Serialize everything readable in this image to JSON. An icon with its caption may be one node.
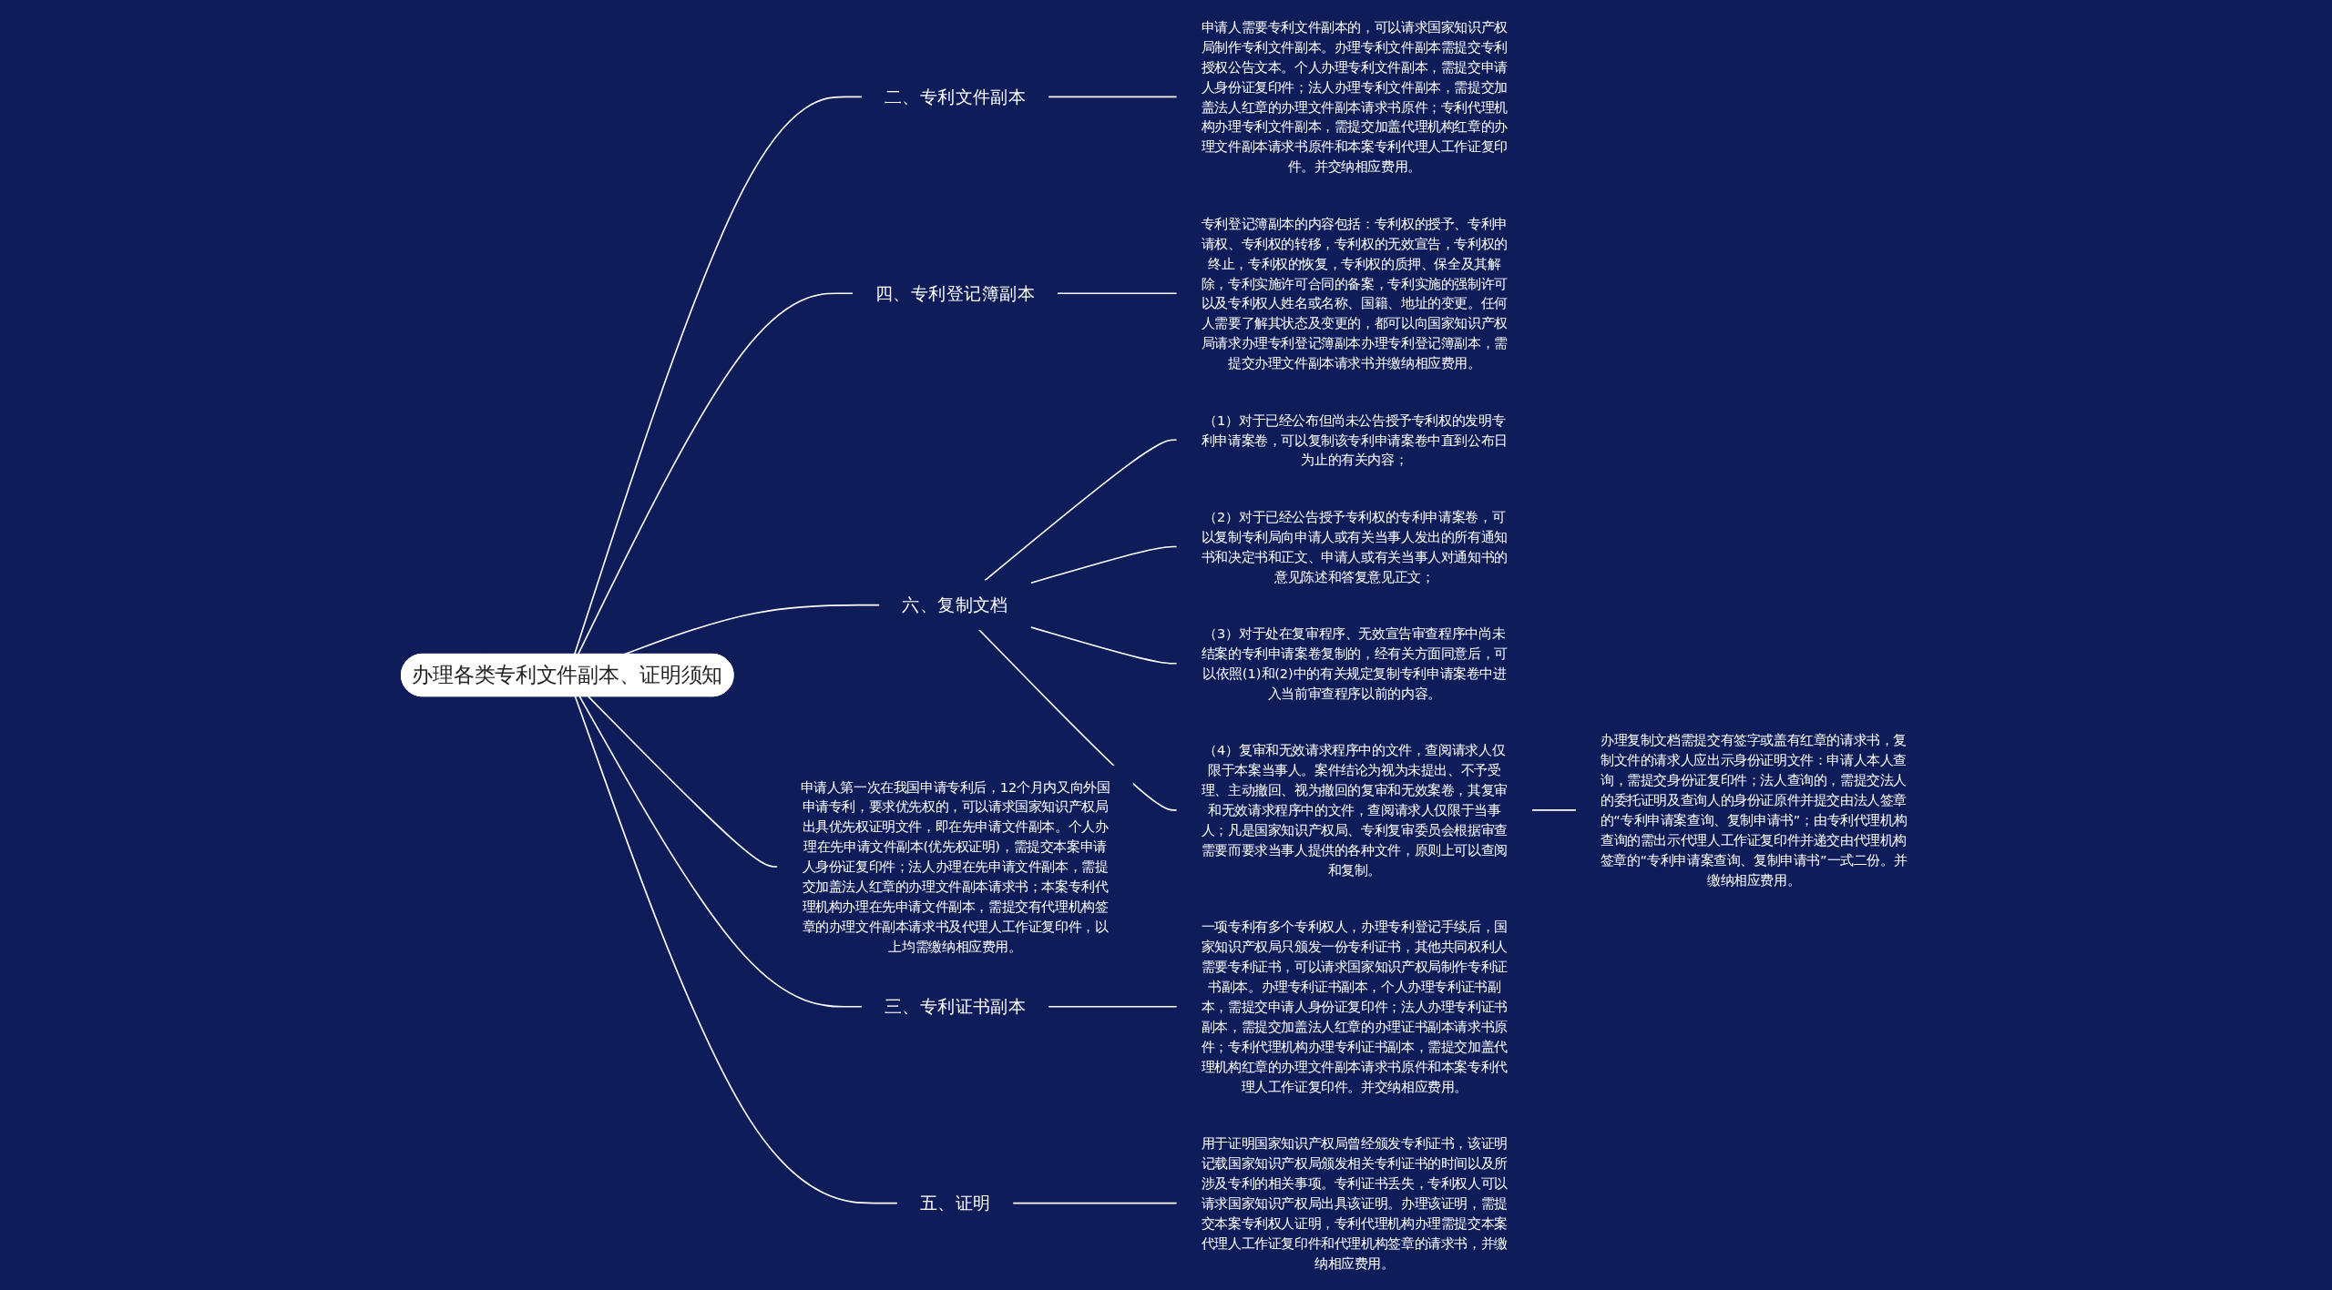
{
  "diagram": {
    "nodes": [
      {
        "text": [
          "办理各类专利文件副本、证明须知"
        ]
      },
      {
        "text": [
          "二、专利文件副本"
        ]
      },
      {
        "text": [
          "申请人需要专利文件副本的，可以请求国家知识产权局制作专利文件副本。办理专利文件副本需提交专利授权公告文本。个人办理专利文件副本，需提交申请人身份证复印件；法人办理专利文件副本，需提交加盖法人红章的办理文件副本请求书原件；专利代理机构办理专利文件副本，需提交加盖代理机构红章的办理文件副本请求书原件和本案专利代理人工作证复印件。并交纳相应费用。"
        ]
      },
      {
        "text": [
          "四、专利登记簿副本"
        ]
      },
      {
        "text": [
          "专利登记簿副本的内容包括：专利权的授予、专利申请权、专利权的转移，专利权的无效宣告，专利权的终止，专利权的恢复，专利权的质押、保全及其解除，专利实施许可合同的备案，专利实施的强制许可以及专利权人姓名或名称、国籍、地址的变更。任何人需要了解其状态及变更的，都可以向国家知识产权局请求办理专利登记簿副本办理专利登记簿副本，需提交办理文件副本请求书并缴纳相应费用。"
        ]
      },
      {
        "text": [
          "六、复制文档"
        ]
      },
      {
        "text": [
          "（1）对于已经公布但尚未公告授予专利权的发明专利申请案卷，可以复制该专利申请案卷中直到公布日为止的有关内容；"
        ]
      },
      {
        "text": [
          "（2）对于已经公告授予专利权的专利申请案卷，可以复制专利局向申请人或有关当事人发出的所有通知书和决定书和正文、申请人或有关当事人对通知书的意见陈述和答复意见正文；"
        ]
      },
      {
        "text": [
          "（3）对于处在复审程序、无效宣告审查程序中尚未结案的专利申请案卷复制的，经有关方面同意后，可以依照(1)和(2)中的有关规定复制专利申请案卷中进入当前审查程序以前的内容。"
        ]
      },
      {
        "text": [
          "（4）复审和无效请求程序中的文件，查阅请求人仅限于本案当事人。案件结论为视为未提出、不予受理、主动撤回、视为撤回的复审和无效案卷，其复审和无效请求程序中的文件，查阅请求人仅限于当事人；凡是国家知识产权局、专利复审委员会根据审查需要而要求当事人提供的各种文件，原则上可以查阅和复制。"
        ]
      },
      {
        "text": [
          "办理复制文档需提交有签字或盖有红章的请求书，复制文件的请求人应出示身份证明文件：申请人本人查询，需提交身份证复印件；法人查询的，需提交法人的委托证明及查询人的身份证原件并提交由法人签章的“专利申请案查询、复制申请书”；由专利代理机构查询的需出示代理人工作证复印件并递交由代理机构签章的“专利申请案查询、复制申请书”一式二份。并缴纳相应费用。"
        ]
      },
      {
        "text": [
          "申请人第一次在我国申请专利后，12个月内又向外国申请专利，要求优先权的，可以请求国家知识产权局出具优先权证明文件，即在先申请文件副本。个人办理在先申请文件副本(优先权证明)，需提交本案申请人身份证复印件；法人办理在先申请文件副本，需提交加盖法人红章的办理文件副本请求书；本案专利代理机构办理在先申请文件副本，需提交有代理机构签章的办理文件副本请求书及代理人工作证复印件，以上均需缴纳相应费用。"
        ]
      },
      {
        "text": [
          "三、专利证书副本"
        ]
      },
      {
        "text": [
          "一项专利有多个专利权人，办理专利登记手续后，国家知识产权局只颁发一份专利证书，其他共同权利人需要专利证书，可以请求国家知识产权局制作专利证书副本。办理专利证书副本，个人办理专利证书副本，需提交申请人身份证复印件；法人办理专利证书副本，需提交加盖法人红章的办理证书副本请求书原件；专利代理机构办理专利证书副本，需提交加盖代理机构红章的办理文件副本请求书原件和本案专利代理人工作证复印件。并交纳相应费用。"
        ]
      },
      {
        "text": [
          "五、证明"
        ]
      },
      {
        "text": [
          "用于证明国家知识产权局曾经颁发专利证书，该证明记载国家知识产权局颁发相关专利证书的时间以及所涉及专利的相关事项。专利证书丢失，专利权人可以请求国家知识产权局出具该证明。办理该证明，需提交本案专利权人证明，专利代理机构办理需提交本案代理人工作证复印件和代理机构签章的请求书，并缴纳相应费用。"
        ]
      }
    ],
    "edges": [
      {
        "from": 0,
        "to": 1,
        "arrow": "none"
      },
      {
        "from": 1,
        "to": 2,
        "arrow": "none"
      },
      {
        "from": 0,
        "to": 3,
        "arrow": "none"
      },
      {
        "from": 3,
        "to": 4,
        "arrow": "none"
      },
      {
        "from": 0,
        "to": 5,
        "arrow": "none"
      },
      {
        "from": 5,
        "to": 6,
        "arrow": "none"
      },
      {
        "from": 5,
        "to": 7,
        "arrow": "none"
      },
      {
        "from": 5,
        "to": 8,
        "arrow": "none"
      },
      {
        "from": 5,
        "to": 9,
        "arrow": "none"
      },
      {
        "from": 9,
        "to": 10,
        "arrow": "none"
      },
      {
        "from": 0,
        "to": 11,
        "arrow": "none"
      },
      {
        "from": 0,
        "to": 12,
        "arrow": "none"
      },
      {
        "from": 12,
        "to": 13,
        "arrow": "none"
      },
      {
        "from": 0,
        "to": 14,
        "arrow": "none"
      },
      {
        "from": 14,
        "to": 15,
        "arrow": "none"
      }
    ]
  }
}
